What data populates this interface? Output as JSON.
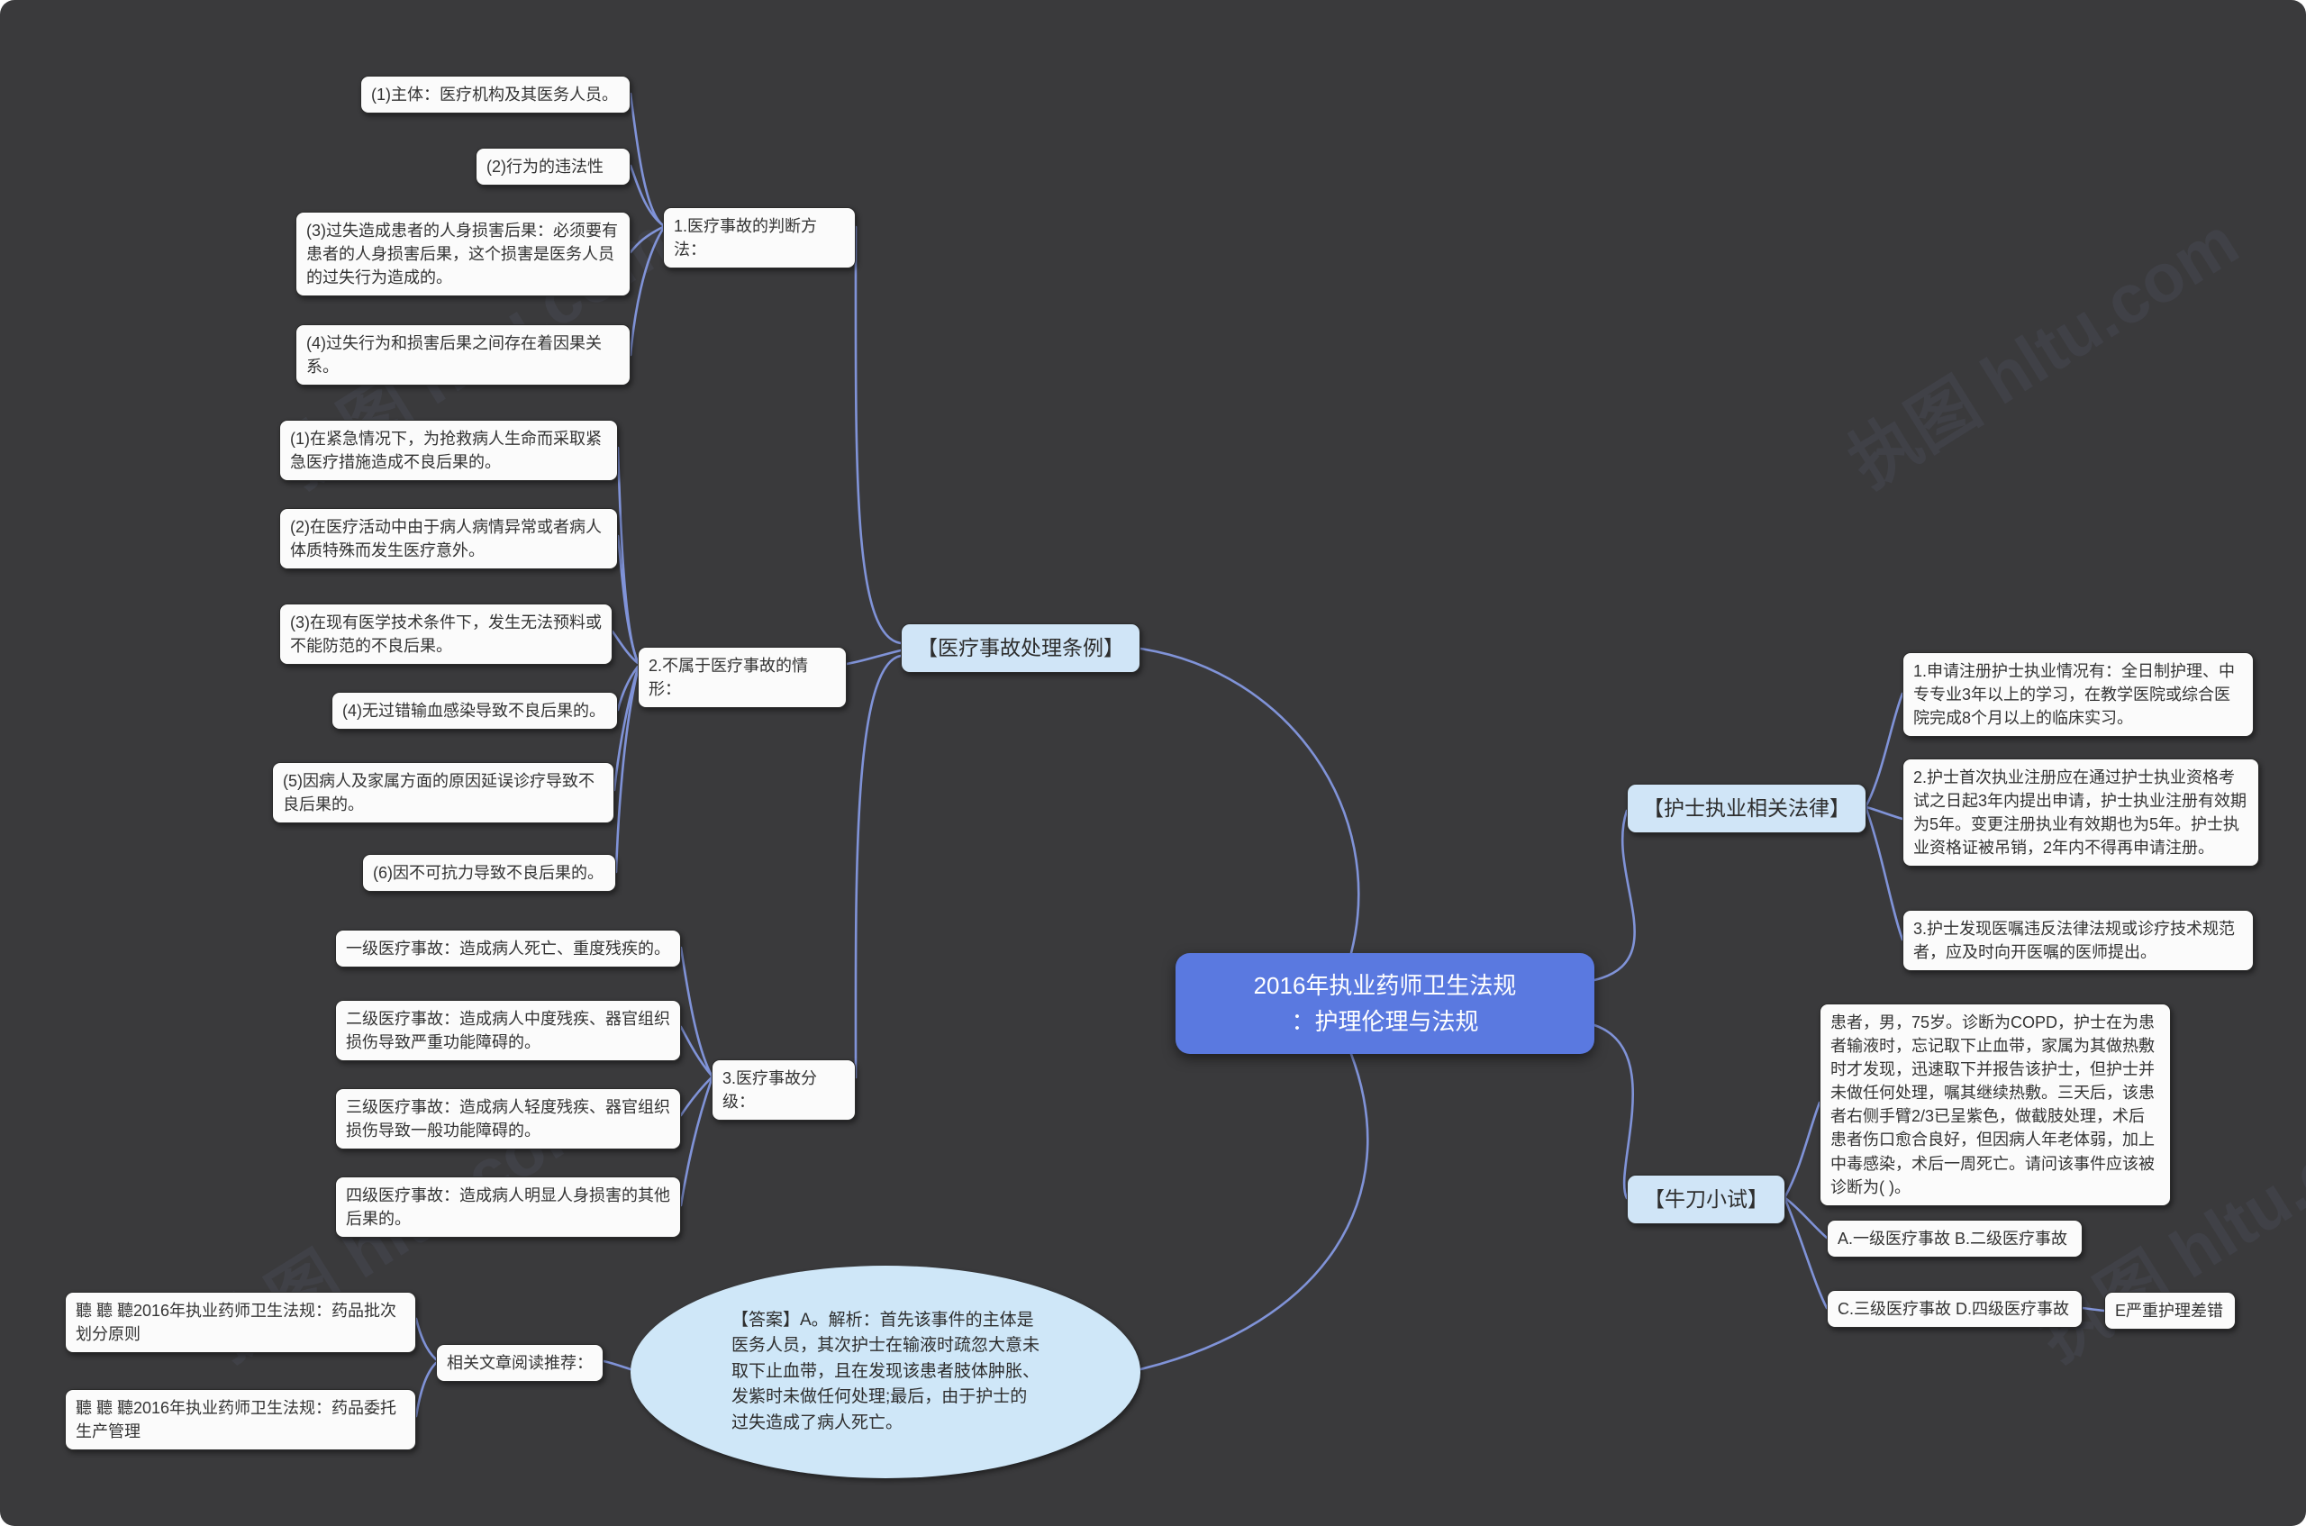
{
  "watermark": "执图 hltu.com",
  "central": {
    "lines": [
      "2016年执业药师卫生法规",
      "：护理伦理与法规"
    ]
  },
  "branches": {
    "regulation": {
      "label": "【医疗事故处理条例】",
      "judgment": {
        "label": "1.医疗事故的判断方法：",
        "items": [
          "(1)主体：医疗机构及其医务人员。",
          "(2)行为的违法性",
          "(3)过失造成患者的人身损害后果：必须要有患者的人身损害后果，这个损害是医务人员的过失行为造成的。",
          "(4)过失行为和损害后果之间存在着因果关系。"
        ]
      },
      "not_accident": {
        "label": "2.不属于医疗事故的情形：",
        "items": [
          "(1)在紧急情况下，为抢救病人生命而采取紧急医疗措施造成不良后果的。",
          "(2)在医疗活动中由于病人病情异常或者病人体质特殊而发生医疗意外。",
          "(3)在现有医学技术条件下，发生无法预料或不能防范的不良后果。",
          "(4)无过错输血感染导致不良后果的。",
          "(5)因病人及家属方面的原因延误诊疗导致不良后果的。",
          "(6)因不可抗力导致不良后果的。"
        ]
      },
      "grading": {
        "label": "3.医疗事故分级：",
        "items": [
          "一级医疗事故：造成病人死亡、重度残疾的。",
          "二级医疗事故：造成病人中度残疾、器官组织损伤导致严重功能障碍的。",
          "三级医疗事故：造成病人轻度残疾、器官组织损伤导致一般功能障碍的。",
          "四级医疗事故：造成病人明显人身损害的其他后果的。"
        ]
      }
    },
    "nurse_law": {
      "label": "【护士执业相关法律】",
      "items": [
        "1.申请注册护士执业情况有：全日制护理、中专专业3年以上的学习，在教学医院或综合医院完成8个月以上的临床实习。",
        "2.护士首次执业注册应在通过护士执业资格考试之日起3年内提出申请，护士执业注册有效期为5年。变更注册执业有效期也为5年。护士执业资格证被吊销，2年内不得再申请注册。",
        "3.护士发现医嘱违反法律法规或诊疗技术规范者，应及时向开医嘱的医师提出。"
      ]
    },
    "quiz": {
      "label": "【牛刀小试】",
      "question": "患者，男，75岁。诊断为COPD，护士在为患者输液时，忘记取下止血带，家属为其做热敷时才发现，迅速取下并报告该护士，但护士并未做任何处理，嘱其继续热敷。三天后，该患者右侧手臂2/3已呈紫色，做截肢处理，术后患者伤口愈合良好，但因病人年老体弱，加上中毒感染，术后一周死亡。请问该事件应该被诊断为( )。",
      "options_ab": "A.一级医疗事故 B.二级医疗事故",
      "options_cd": "C.三级医疗事故 D.四级医疗事故",
      "option_e": "E严重护理差错"
    },
    "answer": {
      "text": "【答案】A。解析：首先该事件的主体是医务人员，其次护士在输液时疏忽大意未取下止血带，且在发现该患者肢体肿胀、发紫时未做任何处理;最后，由于护士的过失造成了病人死亡。"
    },
    "related": {
      "label": "相关文章阅读推荐：",
      "items": [
        "聽 聽 聽2016年执业药师卫生法规：药品批次划分原则",
        "聽 聽 聽2016年执业药师卫生法规：药品委托生产管理"
      ]
    }
  }
}
